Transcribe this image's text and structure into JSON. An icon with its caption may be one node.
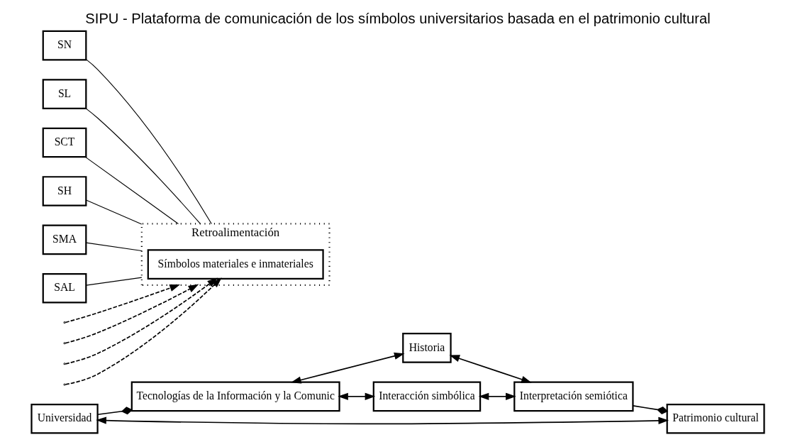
{
  "diagram": {
    "title": "SIPU - Plataforma de comunicación de los símbolos universitarios basada en el patrimonio cultural",
    "nodes": [
      {
        "text": [
          "Historia"
        ]
      },
      {
        "text": [
          "Tecnologías de la Información y la Comunic"
        ]
      },
      {
        "text": [
          "SN"
        ]
      },
      {
        "text": [
          "SL"
        ]
      },
      {
        "text": [
          "Retroalimentación"
        ]
      },
      {
        "text": [
          "Símbolos materiales e inmateriales"
        ],
        "in": 4
      },
      {
        "text": [
          "SCT"
        ]
      },
      {
        "text": [
          "SH"
        ]
      },
      {
        "text": [
          "Interpretación semiótica"
        ]
      },
      {
        "text": [
          "Universidad"
        ]
      },
      {
        "text": [
          "Patrimonio cultural"
        ]
      },
      {
        "text": [
          "SMA"
        ]
      },
      {
        "text": [
          "SAL"
        ]
      },
      {
        "text": [
          "Interacción simbólica"
        ]
      }
    ],
    "edges": [
      {
        "from": 1,
        "to": 0,
        "arrow": "both"
      },
      {
        "from": 0,
        "to": 8,
        "arrow": "both"
      },
      {
        "from": 2,
        "to": 4,
        "arrow": "none"
      },
      {
        "from": 3,
        "to": 4,
        "arrow": "none"
      },
      {
        "from": 6,
        "to": 4,
        "arrow": "none"
      },
      {
        "from": 7,
        "to": 4,
        "arrow": "none"
      },
      {
        "from": 11,
        "to": 4,
        "arrow": "none"
      },
      {
        "from": 12,
        "to": 4,
        "arrow": "none"
      },
      {
        "from": null,
        "to": 4,
        "arrow": "to",
        "style": "dashed"
      },
      {
        "from": null,
        "to": 4,
        "arrow": "to",
        "style": "dashed"
      },
      {
        "from": null,
        "to": 5,
        "arrow": "to",
        "style": "dashed"
      },
      {
        "from": null,
        "to": 5,
        "arrow": "to",
        "style": "dashed"
      },
      {
        "from": 9,
        "to": 1,
        "arrow": "other"
      },
      {
        "from": 8,
        "to": 10,
        "arrow": "other"
      },
      {
        "from": 1,
        "to": 13,
        "arrow": "both"
      },
      {
        "from": 13,
        "to": 8,
        "arrow": "both"
      },
      {
        "from": 9,
        "to": 10,
        "arrow": "both"
      }
    ]
  }
}
